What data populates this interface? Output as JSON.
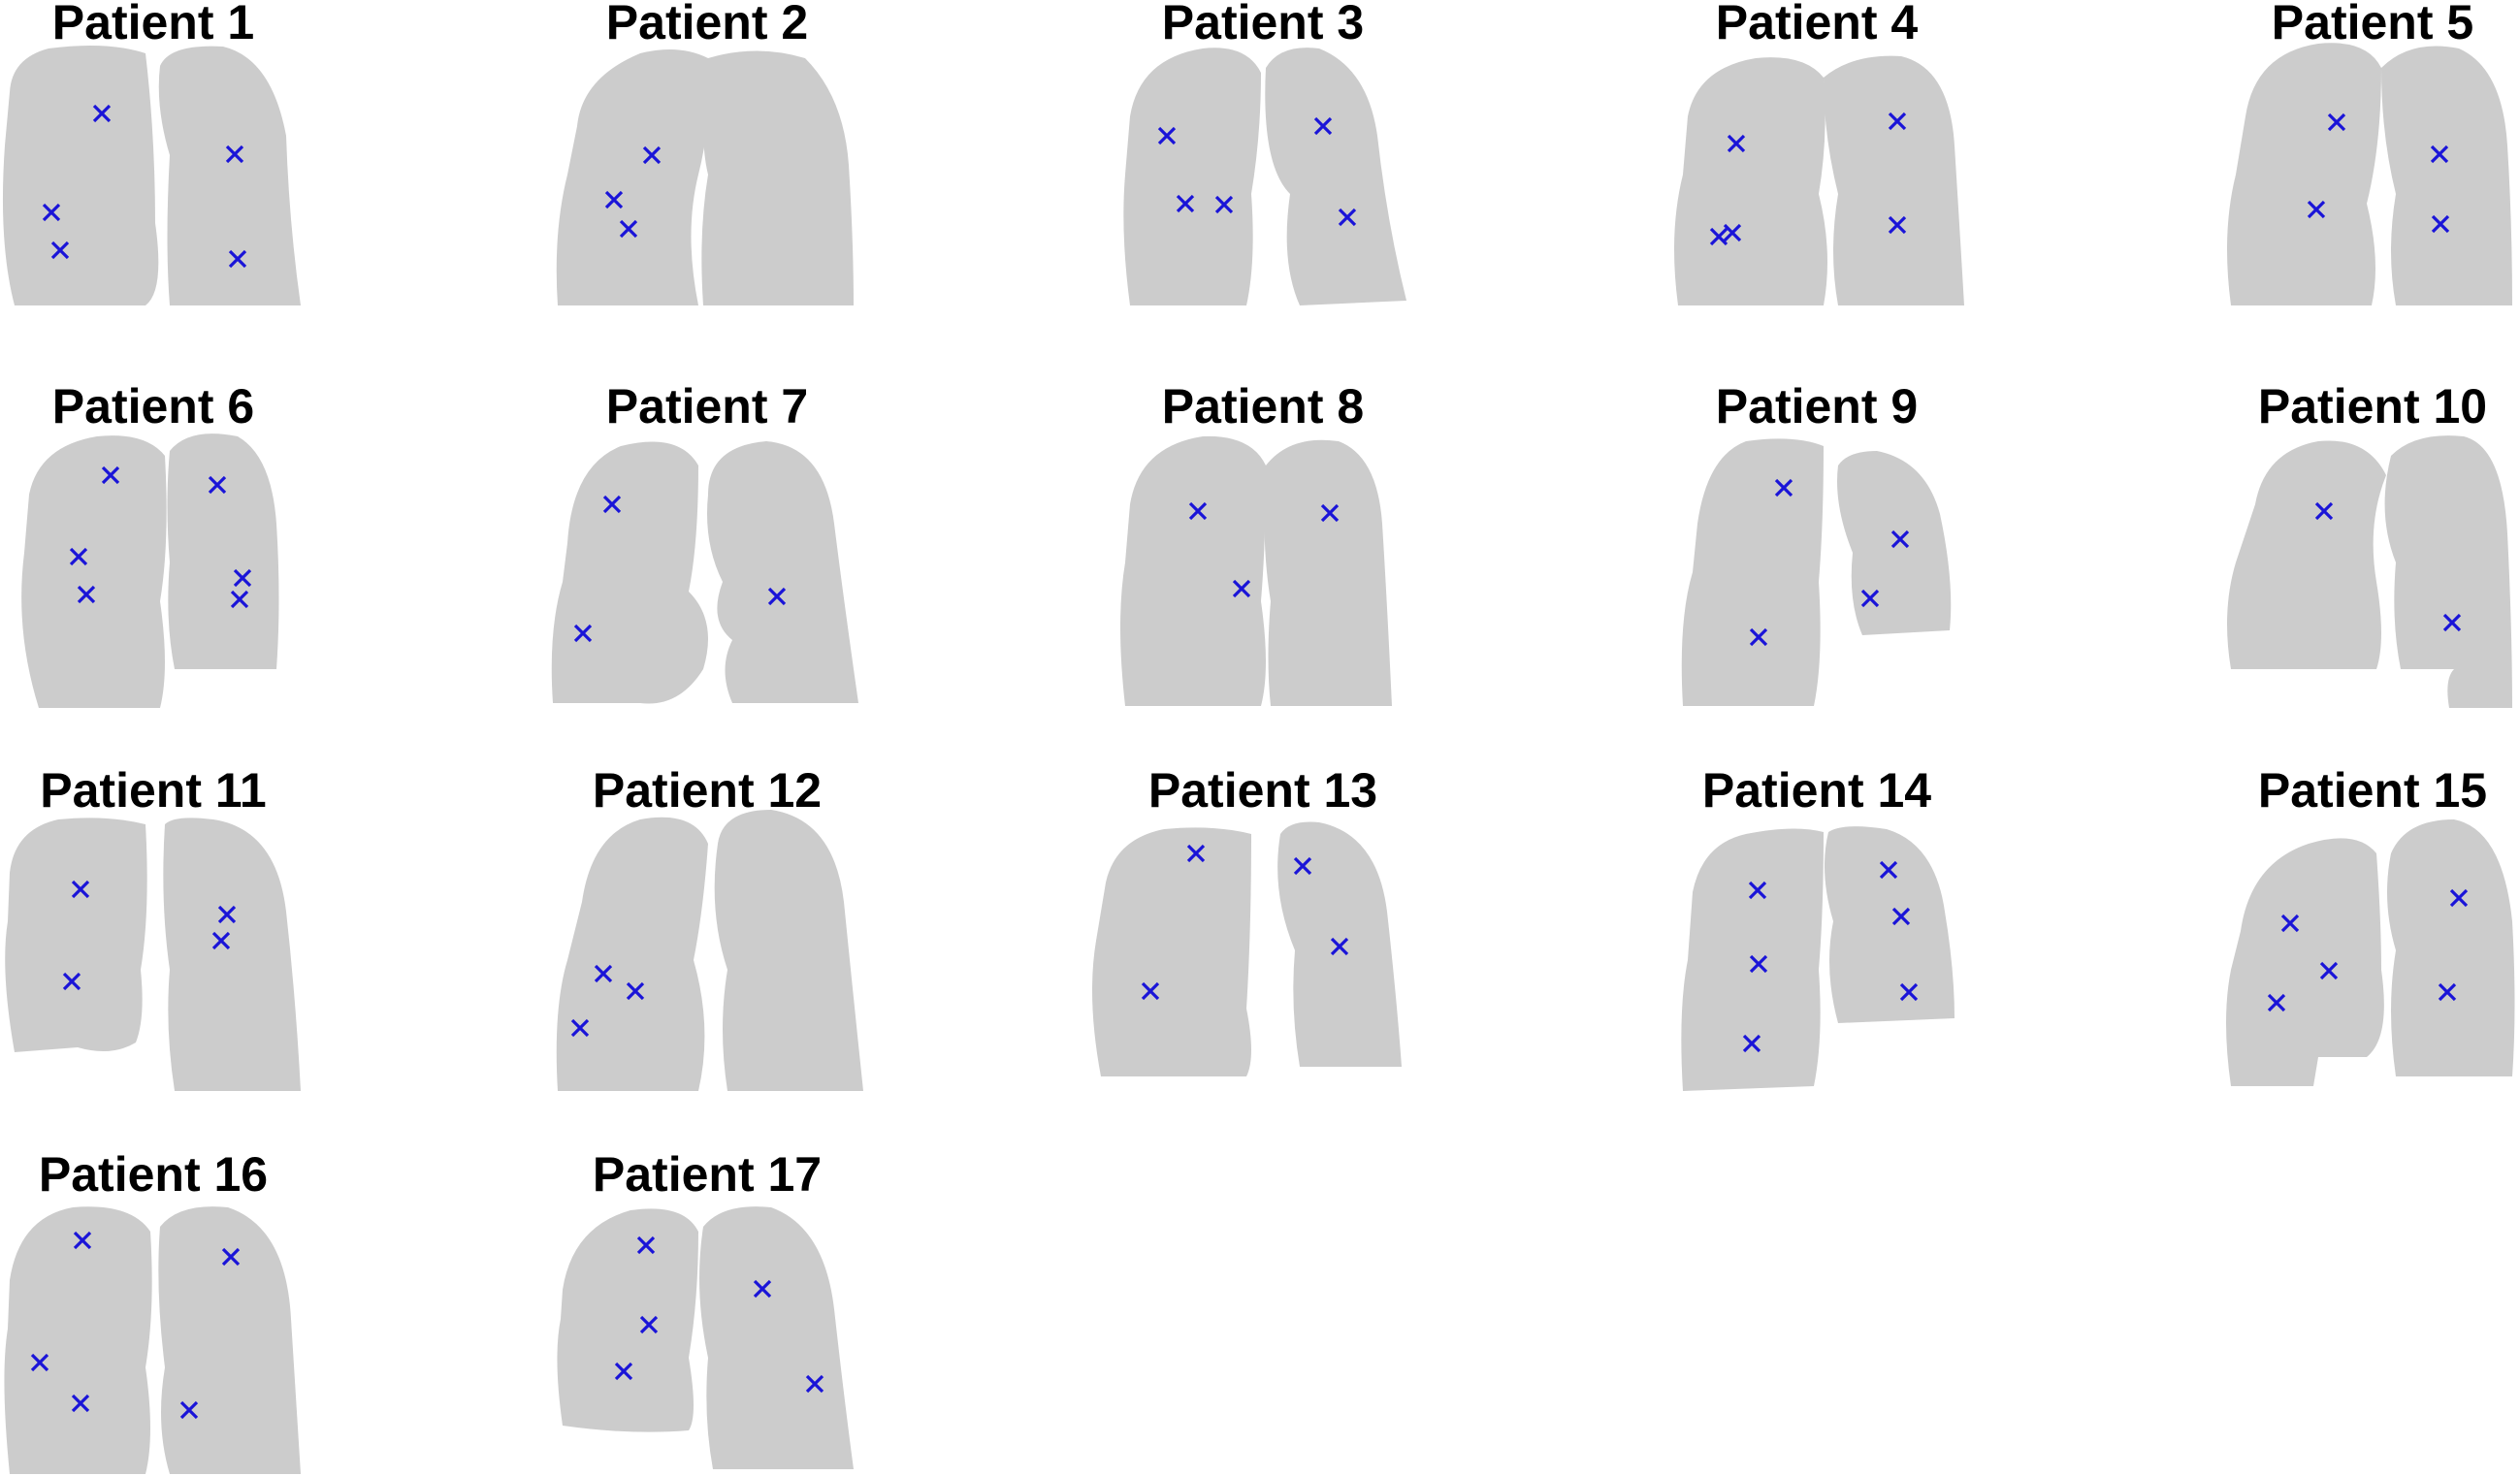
{
  "colors": {
    "background": "#ffffff",
    "lung": "#cccccc",
    "marker": "#1a14d8",
    "title": "#000000"
  },
  "marker_icon": "x-cross-icon",
  "panels": [
    {
      "title": "Patient 1",
      "markers": 5
    },
    {
      "title": "Patient 2",
      "markers": 3
    },
    {
      "title": "Patient 3",
      "markers": 5
    },
    {
      "title": "Patient 4",
      "markers": 5
    },
    {
      "title": "Patient 5",
      "markers": 4
    },
    {
      "title": "Patient 6",
      "markers": 6
    },
    {
      "title": "Patient 7",
      "markers": 3
    },
    {
      "title": "Patient 8",
      "markers": 3
    },
    {
      "title": "Patient 9",
      "markers": 4
    },
    {
      "title": "Patient 10",
      "markers": 2
    },
    {
      "title": "Patient 11",
      "markers": 4
    },
    {
      "title": "Patient 12",
      "markers": 3
    },
    {
      "title": "Patient 13",
      "markers": 4
    },
    {
      "title": "Patient 14",
      "markers": 6
    },
    {
      "title": "Patient 15",
      "markers": 5
    },
    {
      "title": "Patient 16",
      "markers": 5
    },
    {
      "title": "Patient 17",
      "markers": 5
    }
  ]
}
